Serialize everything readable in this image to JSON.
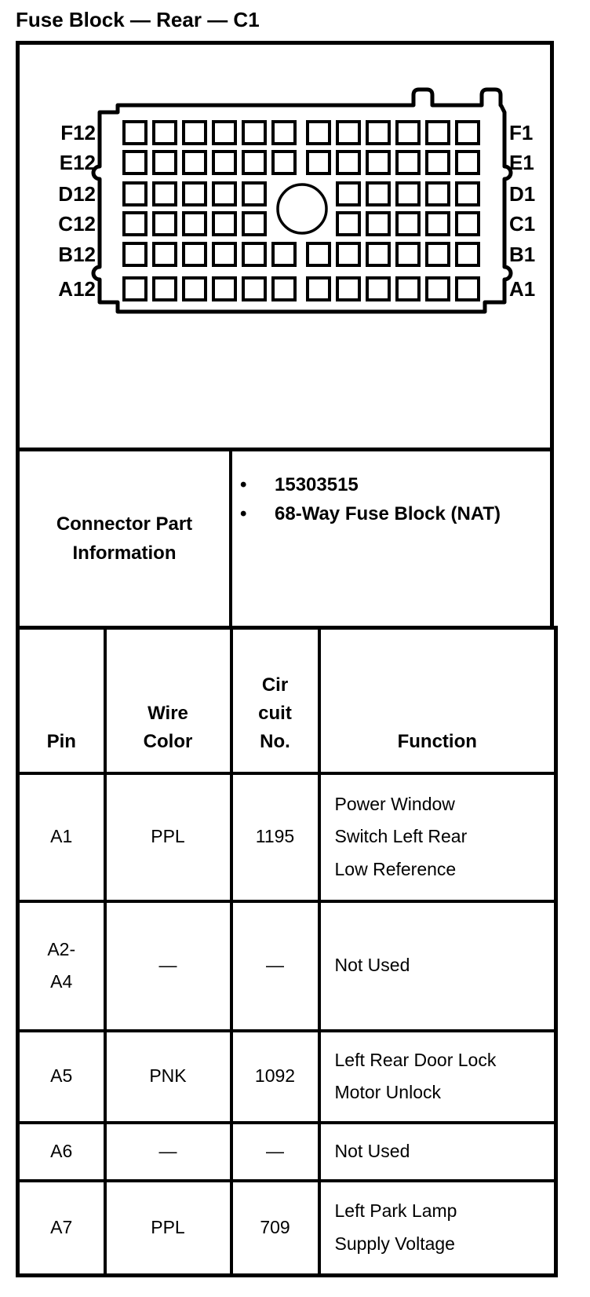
{
  "title": "Fuse Block — Rear — C1",
  "connector": {
    "name": "68-way fuse block connector face view",
    "left_labels": [
      "F12",
      "E12",
      "D12",
      "C12",
      "B12",
      "A12"
    ],
    "right_labels": [
      "F1",
      "E1",
      "D1",
      "C1",
      "B1",
      "A1"
    ],
    "cavity_count": 68
  },
  "part_info": {
    "label": "Connector Part Information",
    "bullet_glyph": "•",
    "bullets": [
      "15303515",
      "68-Way Fuse Block (NAT)"
    ]
  },
  "table": {
    "headers": [
      "Pin",
      "Wire\nColor",
      "Cir\ncuit\nNo.",
      "Function"
    ],
    "rows": [
      {
        "pin": "A1",
        "wire_color": "PPL",
        "circuit_no": "1195",
        "function": "Power Window\nSwitch Left Rear\nLow Reference"
      },
      {
        "pin": "A2-A4",
        "wire_color": "—",
        "circuit_no": "—",
        "function": "Not Used"
      },
      {
        "pin": "A5",
        "wire_color": "PNK",
        "circuit_no": "1092",
        "function": "Left Rear Door Lock\nMotor Unlock"
      },
      {
        "pin": "A6",
        "wire_color": "—",
        "circuit_no": "—",
        "function": "Not Used"
      },
      {
        "pin": "A7",
        "wire_color": "PPL",
        "circuit_no": "709",
        "function": "Left Park Lamp\nSupply Voltage"
      }
    ]
  },
  "colors": {
    "ink": "#000000",
    "paper": "#ffffff"
  }
}
